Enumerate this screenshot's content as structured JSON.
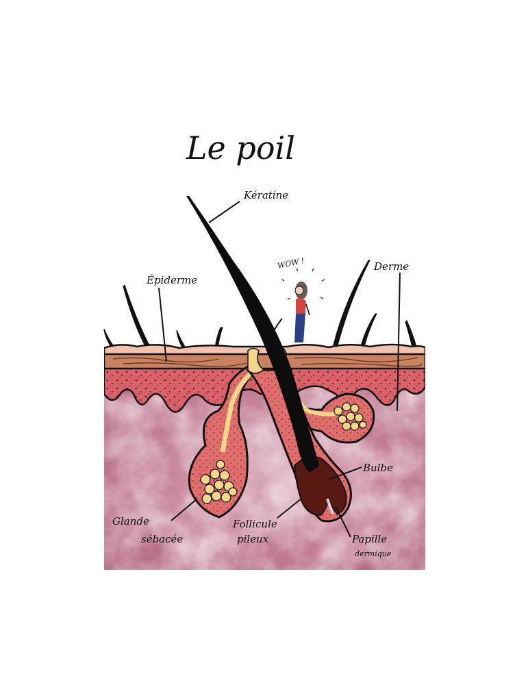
{
  "title": "Le poil",
  "exclamation": "WOW !",
  "labels": {
    "keratine": "Kératine",
    "epiderme": "Épiderme",
    "derme": "Derme",
    "bulbe": "Bulbe",
    "glande_line1": "Glande",
    "glande_line2": "sébacée",
    "follicule_line1": "Follicule",
    "follicule_line2": "pileux",
    "papille_line1": "Papille",
    "papille_line2": "dermique"
  },
  "colors": {
    "background": "#ffffff",
    "epidermis_top": "#f2c2b0",
    "epidermis_band": "#c9825f",
    "dermis_papillary": "#d9626a",
    "dermis_deep": "#b86a80",
    "dermis_light": "#e8c8d2",
    "sebum": "#f2d68a",
    "hair": "#0d0d0d",
    "bulb": "#5a1a14",
    "outline": "#111111",
    "girl_shirt": "#d2453c",
    "girl_pants": "#2b3f86",
    "girl_hair": "#6b5a55"
  }
}
